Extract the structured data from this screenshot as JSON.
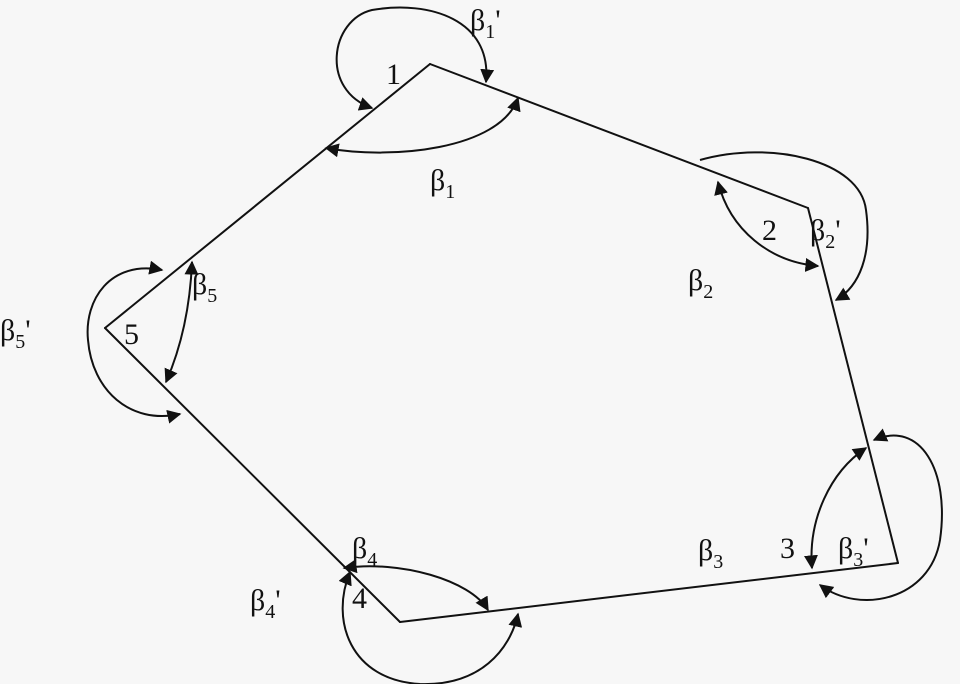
{
  "colors": {
    "background": "#f7f7f7",
    "ink": "#111111"
  },
  "diagram": {
    "vertices": [
      {
        "id": "v1",
        "label": "1"
      },
      {
        "id": "v2",
        "label": "2"
      },
      {
        "id": "v3",
        "label": "3"
      },
      {
        "id": "v4",
        "label": "4"
      },
      {
        "id": "v5",
        "label": "5"
      }
    ],
    "angles": [
      {
        "id": "b1",
        "base": "β",
        "sub": "1",
        "prime": ""
      },
      {
        "id": "b1p",
        "base": "β",
        "sub": "1",
        "prime": "'"
      },
      {
        "id": "b2",
        "base": "β",
        "sub": "2",
        "prime": ""
      },
      {
        "id": "b2p",
        "base": "β",
        "sub": "2",
        "prime": "'"
      },
      {
        "id": "b3",
        "base": "β",
        "sub": "3",
        "prime": ""
      },
      {
        "id": "b3p",
        "base": "β",
        "sub": "3",
        "prime": "'"
      },
      {
        "id": "b4",
        "base": "β",
        "sub": "4",
        "prime": ""
      },
      {
        "id": "b4p",
        "base": "β",
        "sub": "4",
        "prime": "'"
      },
      {
        "id": "b5",
        "base": "β",
        "sub": "5",
        "prime": ""
      },
      {
        "id": "b5p",
        "base": "β",
        "sub": "5",
        "prime": "'"
      }
    ]
  }
}
